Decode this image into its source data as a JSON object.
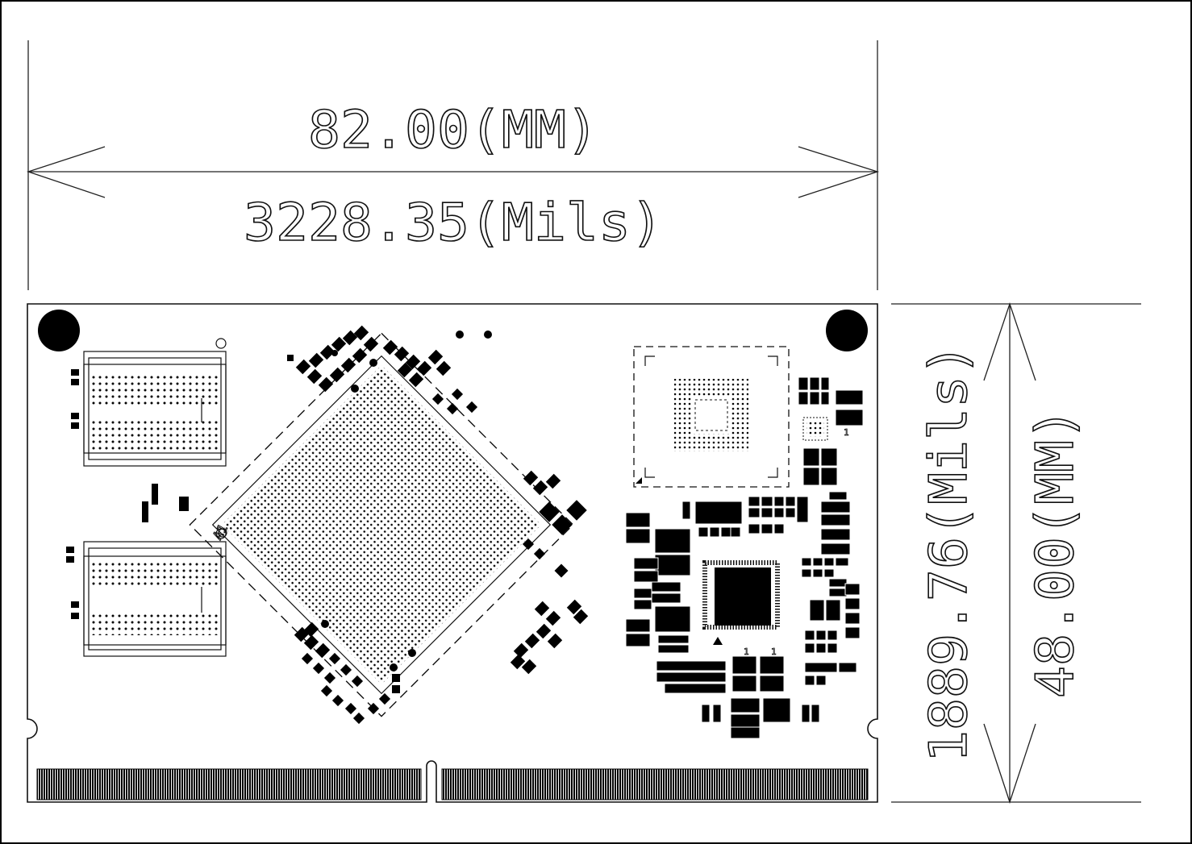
{
  "dimensions": {
    "width_mm": "82.00(MM)",
    "width_mils": "3228.35(Mils)",
    "height_mils": "1889.76(Mils)",
    "height_mm": "48.00(MM)"
  },
  "labels": {
    "a1_marker": "A1",
    "pin1_mark_a": "1",
    "pin1_mark_b": "1",
    "pin1_mark_c": "1"
  },
  "colors": {
    "ink": "#111111",
    "paper": "#ffffff"
  }
}
